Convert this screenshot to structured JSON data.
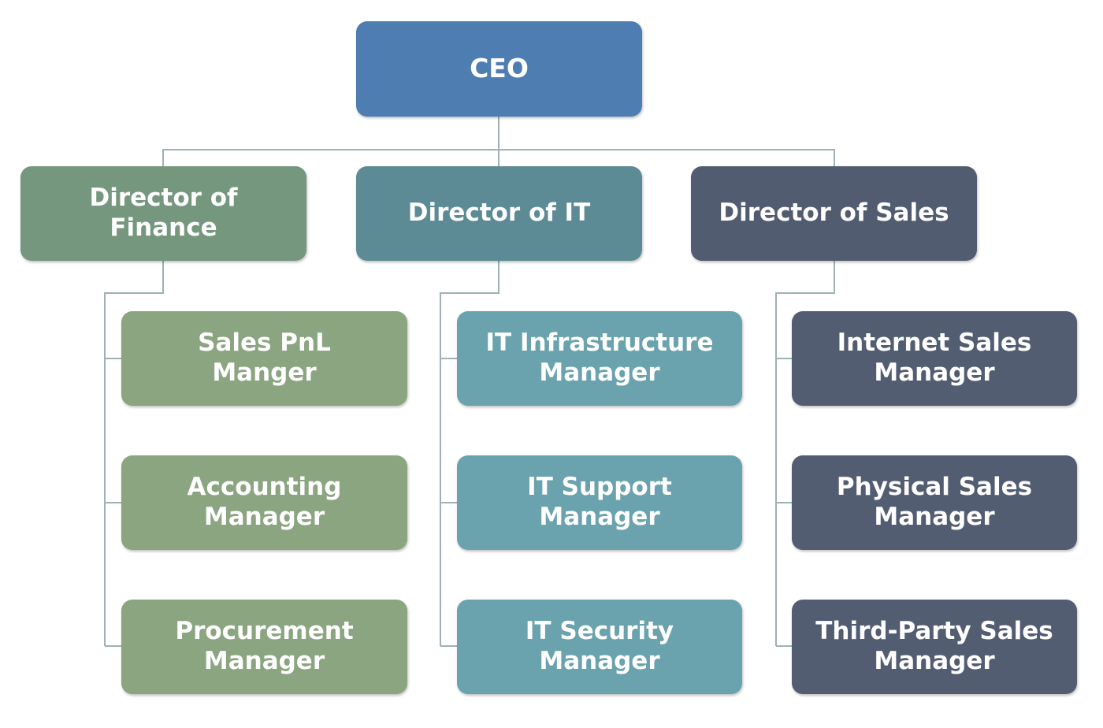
{
  "colors": {
    "ceo": "#4e7db1",
    "finance_director": "#74977d",
    "finance_manager": "#8aa580",
    "it_director": "#5c8a95",
    "it_manager": "#6aa3ad",
    "sales_director": "#525c70",
    "sales_manager": "#525d72",
    "connector": "#9fb1b5"
  },
  "ceo": {
    "label": "CEO"
  },
  "directors": [
    {
      "id": "finance",
      "label": "Director of\nFinance"
    },
    {
      "id": "it",
      "label": "Director of IT"
    },
    {
      "id": "sales",
      "label": "Director of Sales"
    }
  ],
  "managers": {
    "finance": [
      {
        "label": "Sales PnL\nManger"
      },
      {
        "label": "Accounting\nManager"
      },
      {
        "label": "Procurement\nManager"
      }
    ],
    "it": [
      {
        "label": "IT Infrastructure\nManager"
      },
      {
        "label": "IT Support\nManager"
      },
      {
        "label": "IT Security\nManager"
      }
    ],
    "sales": [
      {
        "label": "Internet Sales\nManager"
      },
      {
        "label": "Physical Sales\nManager"
      },
      {
        "label": "Third-Party Sales\nManager"
      }
    ]
  }
}
